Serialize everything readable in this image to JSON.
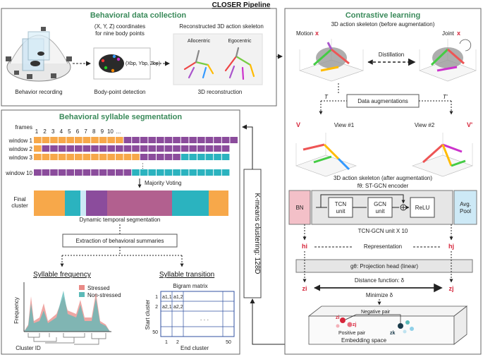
{
  "title": "CLOSER Pipeline",
  "sections": {
    "collection": "Behavioral data collection",
    "segmentation": "Behavioral syllable segmentation",
    "contrastive": "Contrastive learning"
  },
  "collection": {
    "recording_label": "Behavior recording",
    "coord_caption": [
      "(X, Y, Z) coordinates",
      "for nine body points"
    ],
    "coord_formula": "(Xbp, Ybp, Zbp)",
    "detection_label": "Body-point detection",
    "skeleton_caption": "Reconstructed 3D action skeleton",
    "allocentric": "Allocentric",
    "egocentric": "Egocentric",
    "reconstruction_label": "3D reconstruction"
  },
  "segmentation": {
    "frames_label": "frames",
    "frame_numbers": [
      "1",
      "2",
      "3",
      "4",
      "5",
      "6",
      "7",
      "8",
      "9",
      "10",
      "..."
    ],
    "windows": [
      "window 1",
      "window 2",
      "window 3",
      "window 10"
    ],
    "vertical_dots": "⋮",
    "majority": "Majority Voting",
    "final_cluster": [
      "Final",
      "cluster"
    ],
    "dynamic": "Dynamic temporal segmentation",
    "extraction": "Extraction of behavioral summaries",
    "syllable_frequency": "Syllable frequency",
    "stressed": "Stressed",
    "non_stressed": "Non-stressed",
    "frequency_axis": "Frequency",
    "cluster_id": "Cluster ID",
    "syllable_transition": "Syllable transition",
    "bigram": "Bigram matrix",
    "start_cluster": "Start cluster",
    "end_cluster": "End cluster",
    "row_ticks": [
      "1",
      "2",
      "50"
    ],
    "col_ticks": [
      "1",
      "2",
      "50"
    ],
    "cells": [
      "a1,1",
      "a1,2",
      "a2,1",
      "a2,2"
    ],
    "matrix_dots": "· · ·"
  },
  "kmeans": "K-means clustering: 128D",
  "contrastive": {
    "before_label": "3D action skeleton (before augmentation)",
    "motion_label": "Motion",
    "joint_label": "Joint",
    "x_symbol": "x",
    "distillation": "Distillation",
    "t_label": "T",
    "t_prime_label": "T'",
    "data_aug": "Data augmentations",
    "v_label": "V",
    "v_prime_label": "V'",
    "view1": "View #1",
    "view2": "View #2",
    "after_label": "3D action skeleton (after augmentation)",
    "encoder_label": "fθ: ST-GCN encoder",
    "bn": "BN",
    "tcn": [
      "TCN",
      "unit"
    ],
    "gcn": [
      "GCN",
      "unit"
    ],
    "relu": "ReLU",
    "avgpool": [
      "Avg.",
      "Pool"
    ],
    "tcn_gcn_repeat": "TCN-GCN unit X 10",
    "hi": "hi",
    "hj": "hj",
    "representation": "Representation",
    "projection": "gθ: Projection head (linear)",
    "zi": "zi",
    "zj": "zj",
    "distance": "Distance function: δ",
    "minimize": "Minimize δ",
    "negative_pair": "Negative pair",
    "positive_pair": "Positive pair",
    "embedding_space": "Embedding space",
    "zi_small": "zi",
    "zj_small": "zj",
    "zk_small": "zk"
  },
  "colors": {
    "purple": "#8b4c9c",
    "orange": "#f7a84a",
    "teal": "#2bb3bf",
    "mauve": "#b2608f",
    "pink": "#f3c0c8",
    "lightblue": "#cde9f6",
    "stressed": "#e98a86",
    "nonstressed": "#5bbab8",
    "accent_red": "#d6263b",
    "section_green": "#3a8a5a"
  }
}
